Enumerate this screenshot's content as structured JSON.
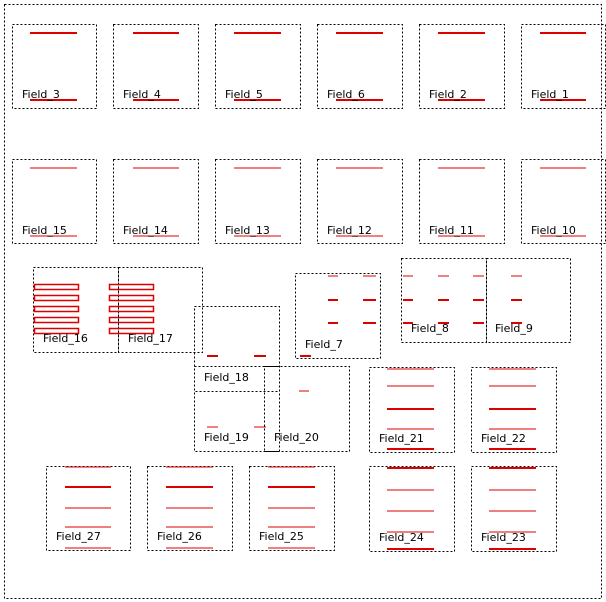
{
  "diagram": {
    "colors": {
      "border": "#000000",
      "line": "#dd0000",
      "background": "#ffffff"
    },
    "fields": [
      {
        "id": "f3",
        "label": "Field_3"
      },
      {
        "id": "f4",
        "label": "Field_4"
      },
      {
        "id": "f5",
        "label": "Field_5"
      },
      {
        "id": "f6",
        "label": "Field_6"
      },
      {
        "id": "f2",
        "label": "Field_2"
      },
      {
        "id": "f1",
        "label": "Field_1"
      },
      {
        "id": "f15",
        "label": "Field_15"
      },
      {
        "id": "f14",
        "label": "Field_14"
      },
      {
        "id": "f13",
        "label": "Field_13"
      },
      {
        "id": "f12",
        "label": "Field_12"
      },
      {
        "id": "f11",
        "label": "Field_11"
      },
      {
        "id": "f10",
        "label": "Field_10"
      },
      {
        "id": "f16",
        "label": "Field_16"
      },
      {
        "id": "f17",
        "label": "Field_17"
      },
      {
        "id": "f7",
        "label": "Field_7"
      },
      {
        "id": "f8",
        "label": "Field_8"
      },
      {
        "id": "f9",
        "label": "Field_9"
      },
      {
        "id": "f18",
        "label": "Field_18"
      },
      {
        "id": "f19",
        "label": "Field_19"
      },
      {
        "id": "f20",
        "label": "Field_20"
      },
      {
        "id": "f21",
        "label": "Field_21"
      },
      {
        "id": "f22",
        "label": "Field_22"
      },
      {
        "id": "f27",
        "label": "Field_27"
      },
      {
        "id": "f26",
        "label": "Field_26"
      },
      {
        "id": "f25",
        "label": "Field_25"
      },
      {
        "id": "f24",
        "label": "Field_24"
      },
      {
        "id": "f23",
        "label": "Field_23"
      }
    ]
  }
}
